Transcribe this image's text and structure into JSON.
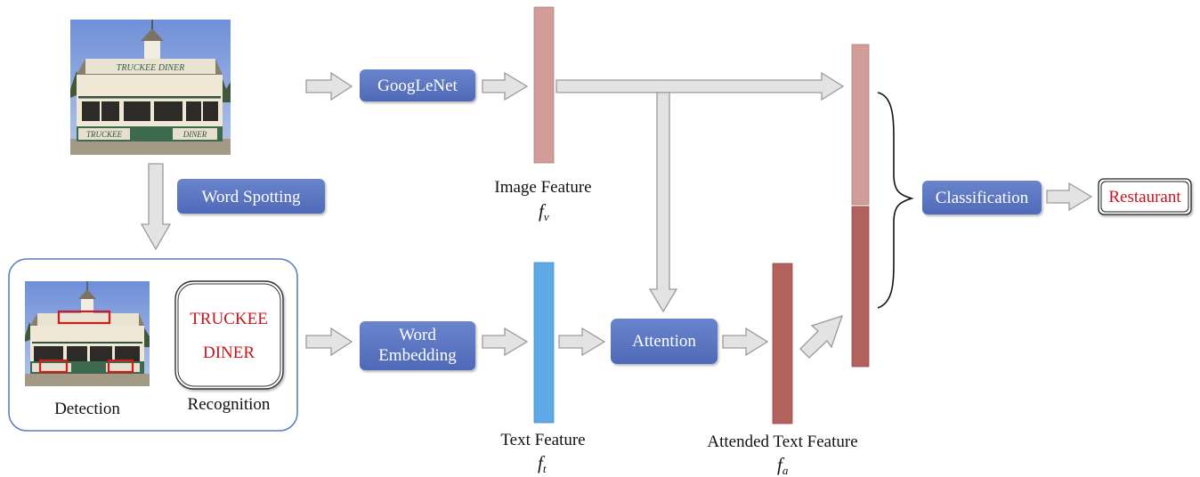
{
  "colors": {
    "node_blue": "#5a75c2",
    "image_feature": "#d29c98",
    "text_feature": "#5ea9e6",
    "attended_feature": "#b3615c",
    "red_text": "#c4161c",
    "arrow_fill": "#e3e3e3",
    "frame_border": "#5b7fc4"
  },
  "nodes": {
    "googlenet": "GoogLeNet",
    "word_spotting": "Word Spotting",
    "word_embedding_line1": "Word",
    "word_embedding_line2": "Embedding",
    "attention": "Attention",
    "classification": "Classification"
  },
  "output_label": "Restaurant",
  "recognized_words": [
    "TRUCKEE",
    "DINER"
  ],
  "storefront_sign": {
    "top": "TRUCKEE DINER",
    "left": "TRUCKEE",
    "right": "DINER"
  },
  "captions": {
    "detection": "Detection",
    "recognition": "Recognition",
    "image_feature": "Image Feature",
    "text_feature": "Text Feature",
    "attended_text_feature": "Attended Text Feature"
  },
  "symbols": {
    "image_feature": {
      "base": "f",
      "sub": "v"
    },
    "text_feature": {
      "base": "f",
      "sub": "t"
    },
    "attended_text_feature": {
      "base": "f",
      "sub": "a"
    }
  }
}
